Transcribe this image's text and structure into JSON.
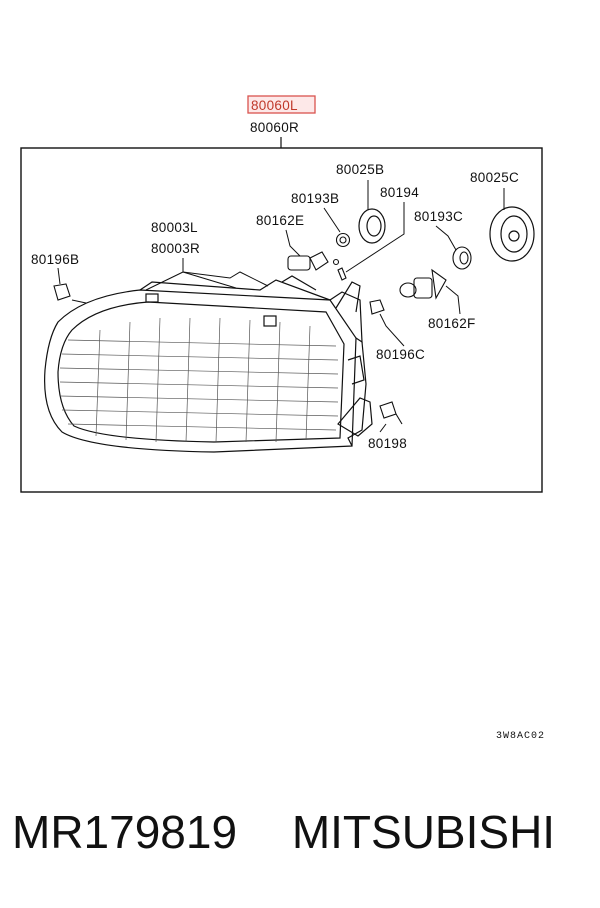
{
  "diagram": {
    "highlighted_part": "80060L",
    "assembly_part": "80060R",
    "parts": {
      "bulb_socket_rubber": "80025B",
      "bulb_socket_cover": "80025C",
      "retainer_left_b": "80193B",
      "retainer_bracket": "80194",
      "bulb_left": "80162E",
      "retainer_right_c": "80193C",
      "lamp_unit_left": "80003L",
      "lamp_unit_right": "80003R",
      "clip_left": "80196B",
      "bulb_right": "80162F",
      "clip_right": "80196C",
      "screw": "80198"
    },
    "diagram_code": "3W8AC02"
  },
  "footer": {
    "part_number": "MR179819",
    "brand": "MITSUBISHI"
  }
}
